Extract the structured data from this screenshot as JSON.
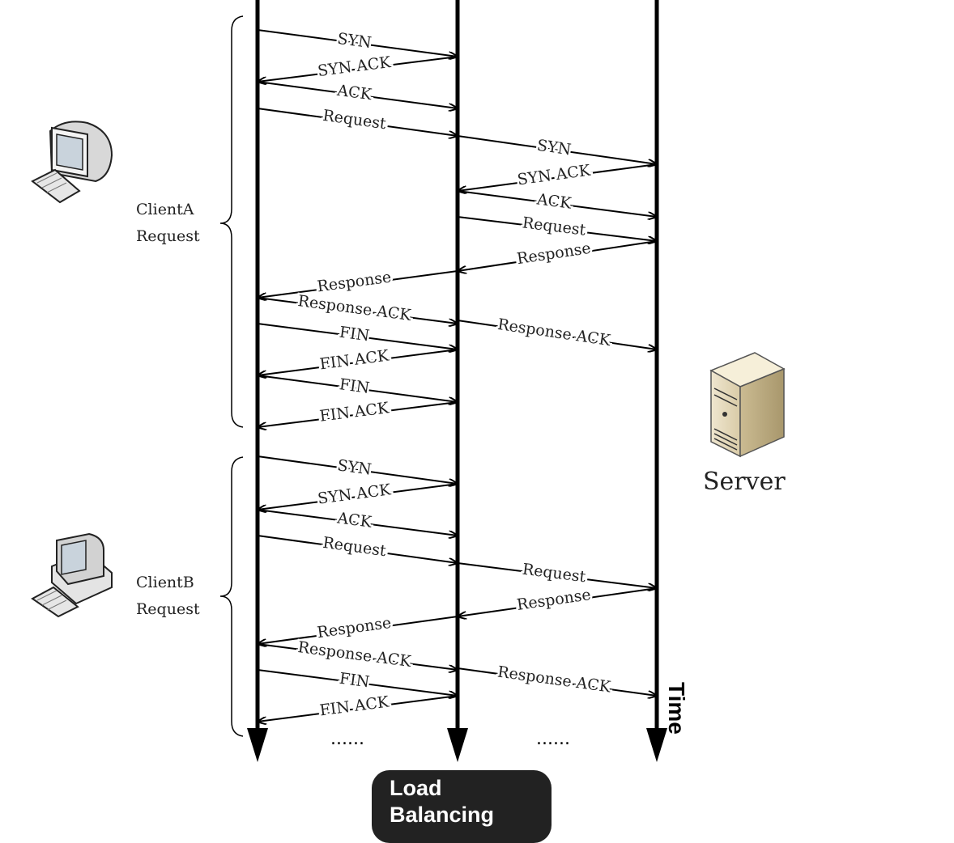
{
  "lanes": {
    "load_balancing_label": "Load\nBalancing",
    "time_label": "Time",
    "ellipsis_1": "......",
    "ellipsis_2": "......"
  },
  "clients": {
    "a_label_1": "ClientA",
    "a_label_2": "Request",
    "b_label_1": "ClientB",
    "b_label_2": "Request"
  },
  "server": {
    "label": "Server"
  },
  "messages": [
    {
      "label": "SYN",
      "from": "client",
      "to": "lb"
    },
    {
      "label": "SYN ACK",
      "from": "lb",
      "to": "client"
    },
    {
      "label": "ACK",
      "from": "client",
      "to": "lb"
    },
    {
      "label": "Request",
      "from": "client",
      "to": "lb"
    },
    {
      "label": "SYN",
      "from": "lb",
      "to": "server"
    },
    {
      "label": "SYN ACK",
      "from": "server",
      "to": "lb"
    },
    {
      "label": "ACK",
      "from": "lb",
      "to": "server"
    },
    {
      "label": "Request",
      "from": "lb",
      "to": "server"
    },
    {
      "label": "Response",
      "from": "server",
      "to": "lb"
    },
    {
      "label": "Response",
      "from": "lb",
      "to": "client"
    },
    {
      "label": "Response ACK",
      "from": "client",
      "to": "lb"
    },
    {
      "label": "Response ACK",
      "from": "lb",
      "to": "server"
    },
    {
      "label": "FIN",
      "from": "client",
      "to": "lb"
    },
    {
      "label": "FIN ACK",
      "from": "lb",
      "to": "client"
    },
    {
      "label": "FIN",
      "from": "client",
      "to": "lb"
    },
    {
      "label": "FIN ACK",
      "from": "lb",
      "to": "client"
    },
    {
      "label": "SYN",
      "from": "client",
      "to": "lb"
    },
    {
      "label": "SYN ACK",
      "from": "lb",
      "to": "client"
    },
    {
      "label": "ACK",
      "from": "client",
      "to": "lb"
    },
    {
      "label": "Request",
      "from": "client",
      "to": "lb"
    },
    {
      "label": "Request",
      "from": "lb",
      "to": "server"
    },
    {
      "label": "Response",
      "from": "server",
      "to": "lb"
    },
    {
      "label": "Response",
      "from": "lb",
      "to": "client"
    },
    {
      "label": "Response ACK",
      "from": "client",
      "to": "lb"
    },
    {
      "label": "Response ACK",
      "from": "lb",
      "to": "server"
    },
    {
      "label": "FIN",
      "from": "client",
      "to": "lb"
    },
    {
      "label": "FIN ACK",
      "from": "lb",
      "to": "client"
    }
  ]
}
